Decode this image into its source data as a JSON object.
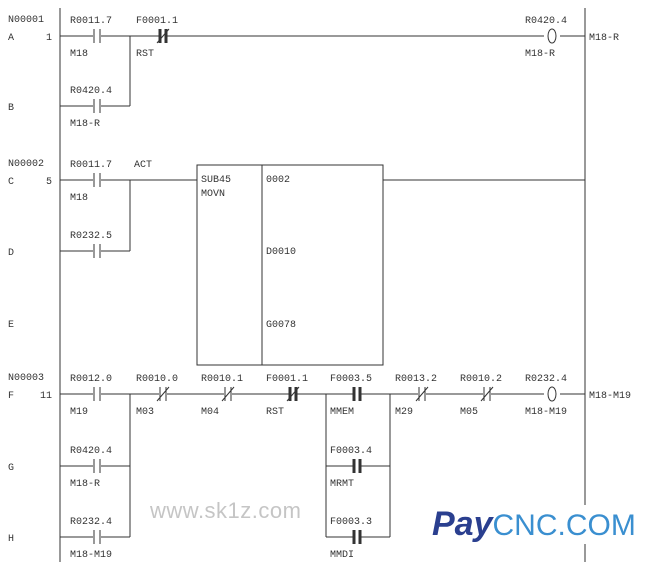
{
  "colors": {
    "line": "#333333",
    "logo_dark": "#2a3f8f",
    "logo_light": "#3a8fd0"
  },
  "rungs": [
    {
      "number_label": "N00001",
      "step": "1",
      "rows": [
        "A",
        "B"
      ]
    },
    {
      "number_label": "N00002",
      "step": "5",
      "rows": [
        "C",
        "D",
        "E"
      ]
    },
    {
      "number_label": "N00003",
      "step": "11",
      "rows": [
        "F",
        "G",
        "H"
      ]
    }
  ],
  "elements": [
    {
      "row": "A",
      "col": 1,
      "type": "no",
      "address": "R0011.7",
      "symbol": "M18"
    },
    {
      "row": "A",
      "col": 2,
      "type": "nc-bold",
      "address": "F0001.1",
      "symbol": "RST"
    },
    {
      "row": "A",
      "col": 8,
      "type": "coil",
      "address": "R0420.4",
      "symbol": "M18-R",
      "output": "M18-R"
    },
    {
      "row": "B",
      "col": 1,
      "type": "no",
      "address": "R0420.4",
      "symbol": "M18-R"
    },
    {
      "row": "C",
      "col": 1,
      "type": "no",
      "address": "R0011.7",
      "symbol": "M18",
      "note": "ACT"
    },
    {
      "row": "D",
      "col": 1,
      "type": "no",
      "address": "R0232.5",
      "symbol": ""
    },
    {
      "row": "F",
      "col": 1,
      "type": "no",
      "address": "R0012.0",
      "symbol": "M19"
    },
    {
      "row": "F",
      "col": 2,
      "type": "nc",
      "address": "R0010.0",
      "symbol": "M03"
    },
    {
      "row": "F",
      "col": 3,
      "type": "nc",
      "address": "R0010.1",
      "symbol": "M04"
    },
    {
      "row": "F",
      "col": 4,
      "type": "nc-bold",
      "address": "F0001.1",
      "symbol": "RST"
    },
    {
      "row": "F",
      "col": 5,
      "type": "no-bold",
      "address": "F0003.5",
      "symbol": "MMEM"
    },
    {
      "row": "F",
      "col": 6,
      "type": "nc",
      "address": "R0013.2",
      "symbol": "M29"
    },
    {
      "row": "F",
      "col": 7,
      "type": "nc",
      "address": "R0010.2",
      "symbol": "M05"
    },
    {
      "row": "F",
      "col": 8,
      "type": "coil",
      "address": "R0232.4",
      "symbol": "M18-M19",
      "output": "M18-M19"
    },
    {
      "row": "G",
      "col": 1,
      "type": "no",
      "address": "R0420.4",
      "symbol": "M18-R"
    },
    {
      "row": "G",
      "col": 5,
      "type": "no-bold",
      "address": "F0003.4",
      "symbol": "MRMT"
    },
    {
      "row": "H",
      "col": 1,
      "type": "no",
      "address": "R0232.4",
      "symbol": "M18-M19"
    },
    {
      "row": "H",
      "col": 5,
      "type": "no-bold",
      "address": "F0003.3",
      "symbol": "MMDI"
    }
  ],
  "function_block": {
    "number": "SUB45",
    "name": "MOVN",
    "params": [
      "0002",
      "D0010",
      "G0078"
    ]
  },
  "watermark": "www.sk1z.com",
  "logo": {
    "part1": "Pay",
    "part2": "CNC.COM"
  }
}
